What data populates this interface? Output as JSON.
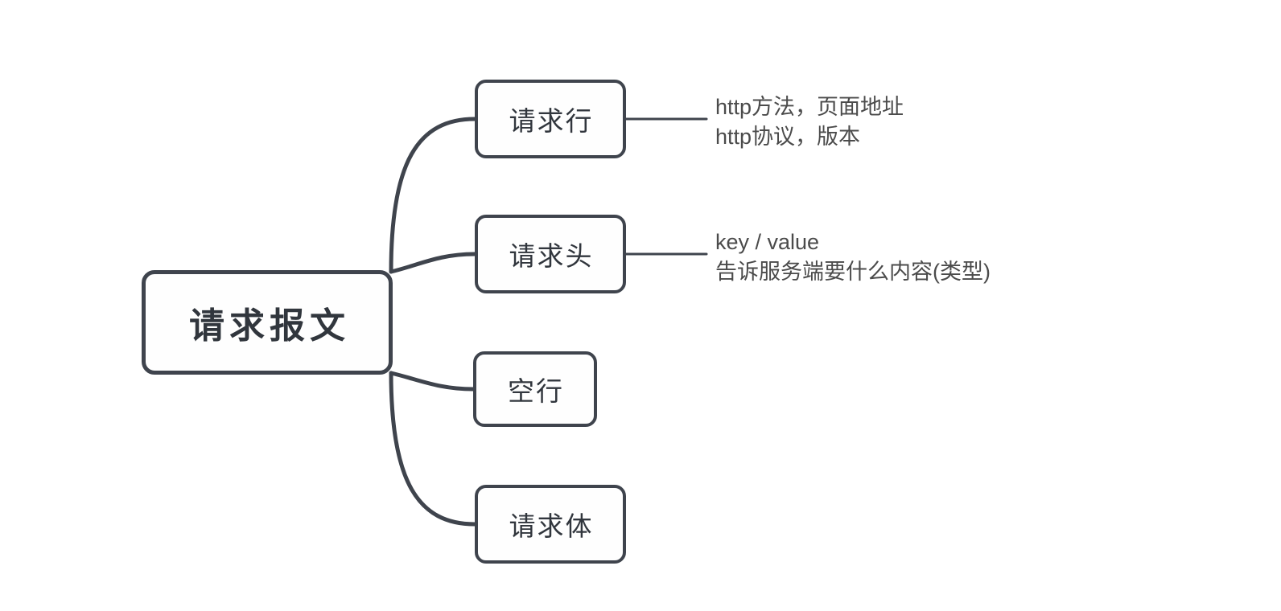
{
  "diagram": {
    "type": "mind-map",
    "title": "请求报文",
    "background_color": "#ffffff",
    "stroke_color": "#3f444d",
    "node_fill": "#fefefe",
    "label_color": "#31363d",
    "annotation_color": "#4b4b4b",
    "root": {
      "label": "请求报文"
    },
    "branches": [
      {
        "id": "request-line",
        "label": "请求行",
        "annotation_lines": [
          "http方法，页面地址",
          "http协议，版本"
        ]
      },
      {
        "id": "request-header",
        "label": "请求头",
        "annotation_lines": [
          "key / value",
          "告诉服务端要什么内容(类型)"
        ]
      },
      {
        "id": "empty-line",
        "label": "空行",
        "annotation_lines": []
      },
      {
        "id": "request-body",
        "label": "请求体",
        "annotation_lines": []
      }
    ]
  }
}
